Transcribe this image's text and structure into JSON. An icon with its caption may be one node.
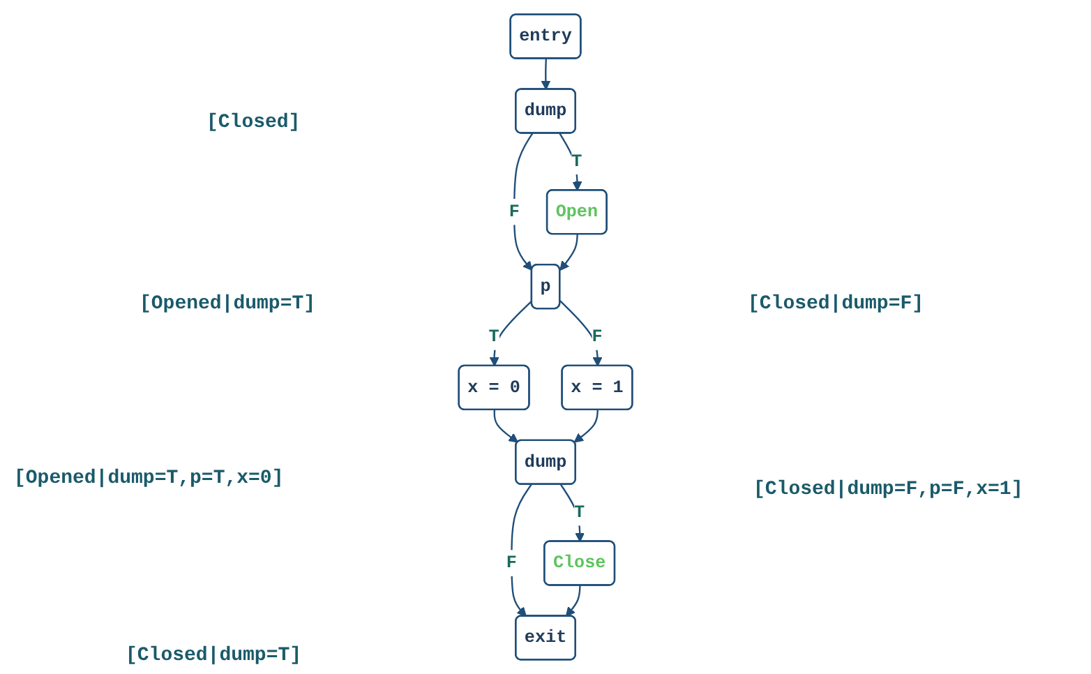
{
  "diagram": {
    "nodes": [
      {
        "text": [
          "entry"
        ]
      },
      {
        "text": [
          "dump"
        ]
      },
      {
        "text": [
          "Open"
        ]
      },
      {
        "text": [
          "p"
        ]
      },
      {
        "text": [
          "x = 0"
        ]
      },
      {
        "text": [
          "x = 1"
        ]
      },
      {
        "text": [
          "dump"
        ]
      },
      {
        "text": [
          "Close"
        ]
      },
      {
        "text": [
          "exit"
        ]
      }
    ],
    "edges": [
      {
        "from": 0,
        "to": 1,
        "arrow": "to"
      },
      {
        "from": 1,
        "to": 2,
        "label": "T",
        "arrow": "to"
      },
      {
        "from": 1,
        "to": 3,
        "label": "F",
        "arrow": "to"
      },
      {
        "from": 2,
        "to": 3,
        "arrow": "to"
      },
      {
        "from": 3,
        "to": 4,
        "label": "T",
        "arrow": "to"
      },
      {
        "from": 3,
        "to": 5,
        "label": "F",
        "arrow": "to"
      },
      {
        "from": 4,
        "to": 6,
        "arrow": "to"
      },
      {
        "from": 5,
        "to": 6,
        "arrow": "to"
      },
      {
        "from": 6,
        "to": 7,
        "label": "T",
        "arrow": "to"
      },
      {
        "from": 6,
        "to": 8,
        "label": "F",
        "arrow": "to"
      },
      {
        "from": 7,
        "to": 8,
        "arrow": "to"
      }
    ],
    "labels": [
      "[Closed]",
      "[Opened|dump=T]",
      "[Closed|dump=F]",
      "[Opened|dump=T,p=T,x=0]",
      "[Closed|dump=F,p=F,x=1]",
      "[Closed|dump=T]"
    ]
  }
}
